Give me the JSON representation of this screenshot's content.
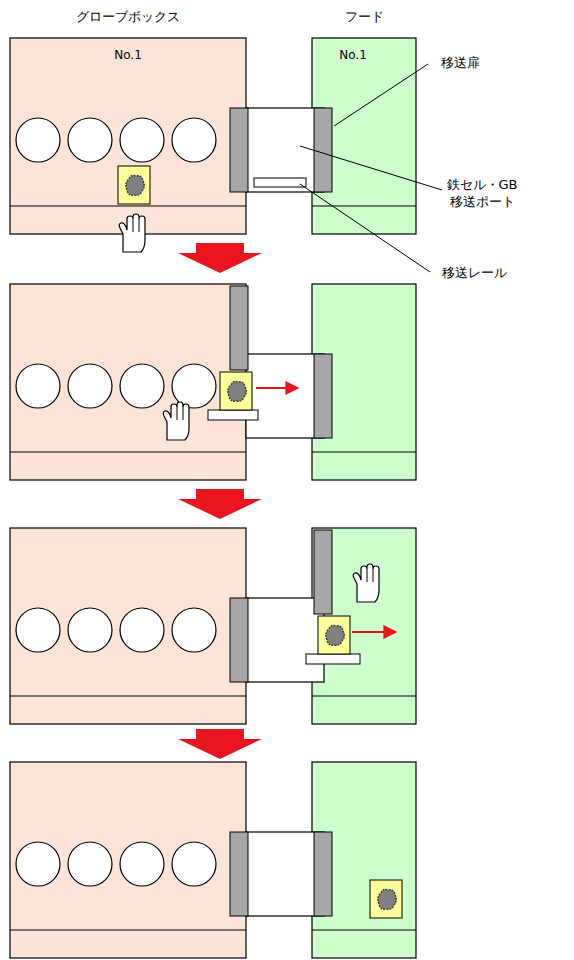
{
  "diagram": {
    "nodes": [
      {
        "text": [
          "グローブボックス",
          "No.1"
        ]
      },
      {
        "text": [
          "フード",
          "No.1"
        ]
      }
    ],
    "labels": [
      "移送扉",
      "鉄セル・GB 移送ポート",
      "移送レール"
    ]
  }
}
